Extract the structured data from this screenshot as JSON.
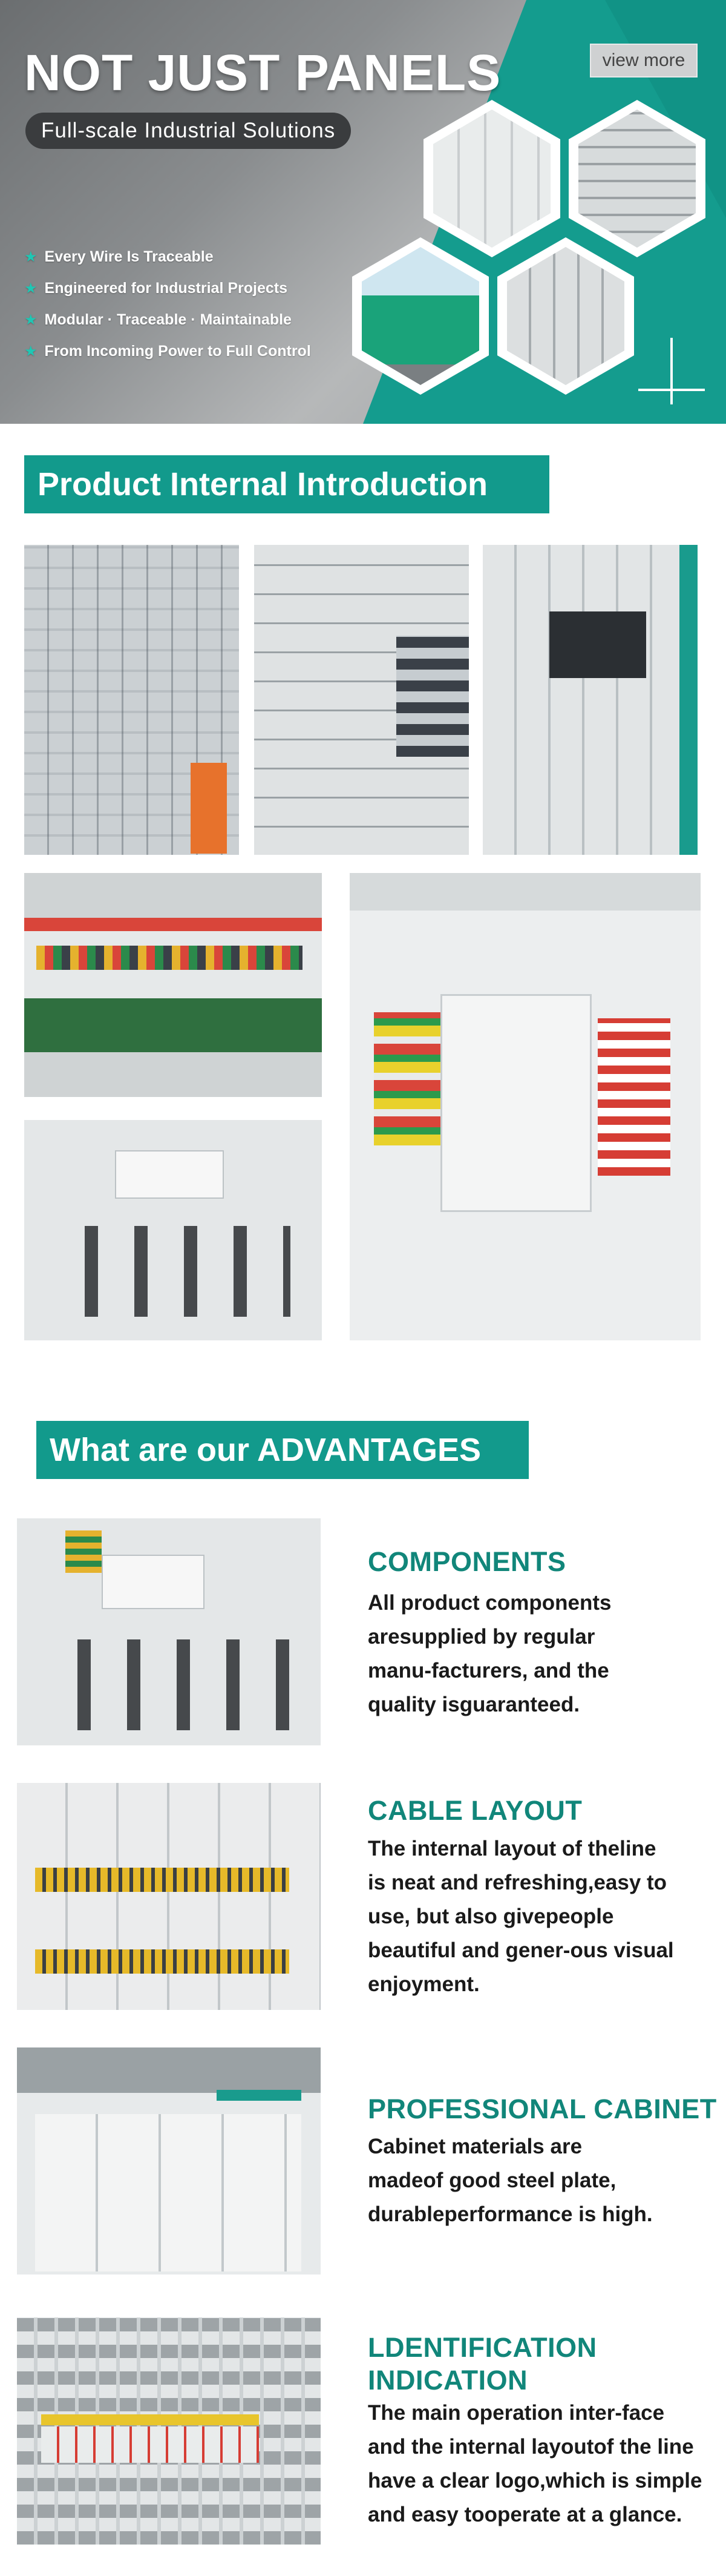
{
  "hero": {
    "title": "NOT JUST PANELS",
    "subtitle": "Full-scale Industrial Solutions",
    "view_more": "view more",
    "features": [
      "Every Wire Is Traceable",
      "Engineered for Industrial Projects",
      "Modular  ·  Traceable  ·  Maintainable",
      "From Incoming Power to Full Control"
    ],
    "feature_icon": "star-icon",
    "colors": {
      "accent": "#149c8e",
      "dark": "#3a3c3e"
    }
  },
  "sections": {
    "internal": "Product Internal Introduction",
    "advantages": "What are our ADVANTAGES"
  },
  "advantages": [
    {
      "title": "COMPONENTS",
      "lines": [
        "All product components",
        "aresupplied by regular",
        "manu-facturers, and the",
        "quality isguaranteed."
      ]
    },
    {
      "title": "CABLE LAYOUT",
      "lines": [
        "The internal layout of theline",
        "is neat and refreshing,easy to",
        "use, but also givepeople",
        "beautiful and gener-ous visual",
        "enjoyment."
      ]
    },
    {
      "title": "PROFESSIONAL CABINET",
      "lines": [
        "Cabinet materials are",
        "madeof good steel plate,",
        "durableperformance is high."
      ]
    },
    {
      "title": "LDENTIFICATION",
      "title2": "INDICATION",
      "lines": [
        "The main operation inter-face",
        "and the internal layoutof the line",
        "have a clear logo,which is simple",
        "and easy tooperate at a glance."
      ]
    }
  ]
}
